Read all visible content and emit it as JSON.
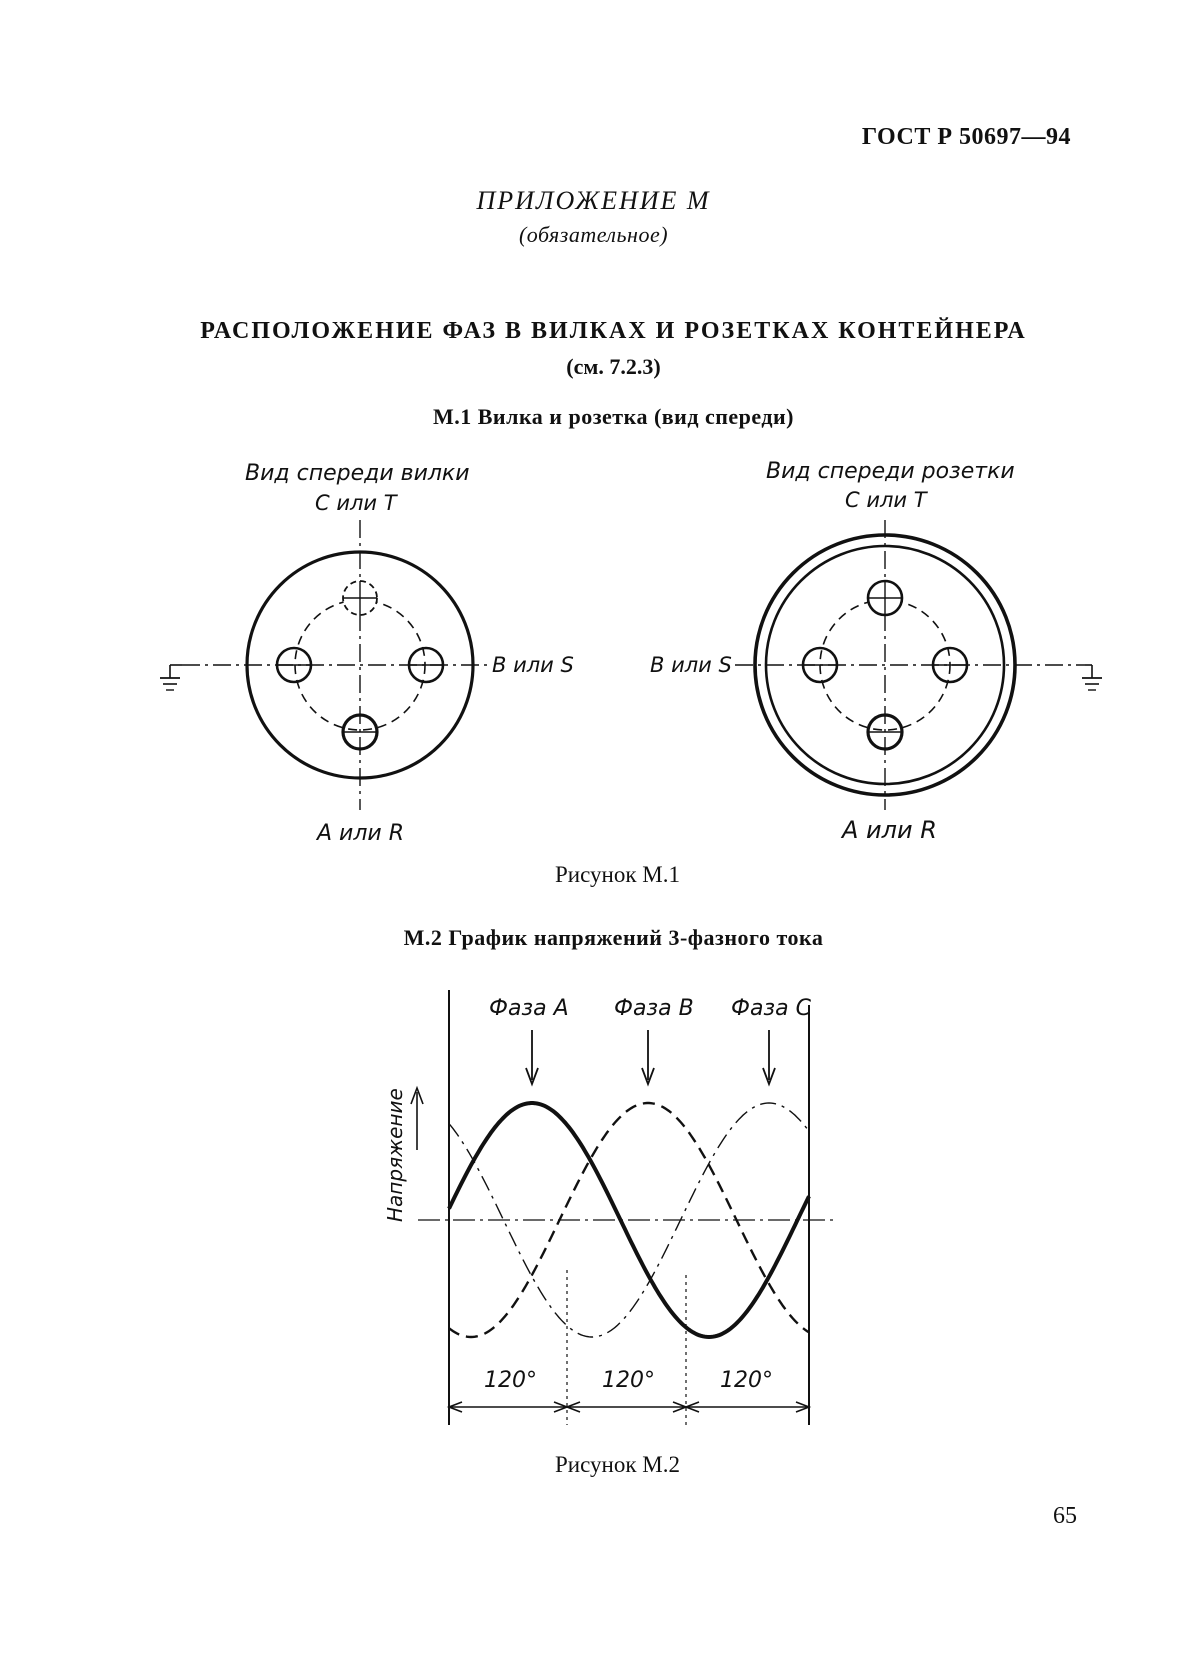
{
  "header": {
    "standard": "ГОСТ Р 50697—94"
  },
  "appendix": {
    "title": "ПРИЛОЖЕНИЕ М",
    "status": "(обязательное)"
  },
  "document": {
    "title": "РАСПОЛОЖЕНИЕ ФАЗ В ВИЛКАХ И РОЗЕТКАХ КОНТЕЙНЕРА",
    "reference": "(см. 7.2.3)"
  },
  "section1": {
    "heading": "М.1 Вилка и розетка (вид спереди)",
    "plug": {
      "title": "Вид спереди вилки",
      "top_pin": "С или Т",
      "side_pin": "В или S",
      "bottom_pin": "А или R"
    },
    "socket": {
      "title": "Вид спереди розетки",
      "top_pin": "С или Т",
      "side_pin": "В или S",
      "bottom_pin": "А или R"
    },
    "caption": "Рисунок М.1"
  },
  "section2": {
    "heading": "М.2 График напряжений 3-фазного тока",
    "y_axis_label": "Напряжение",
    "phases": [
      "Фаза А",
      "Фаза В",
      "Фаза С"
    ],
    "interval_labels": [
      "120°",
      "120°",
      "120°"
    ],
    "caption": "Рисунок М.2"
  },
  "footer": {
    "page_number": "65"
  }
}
